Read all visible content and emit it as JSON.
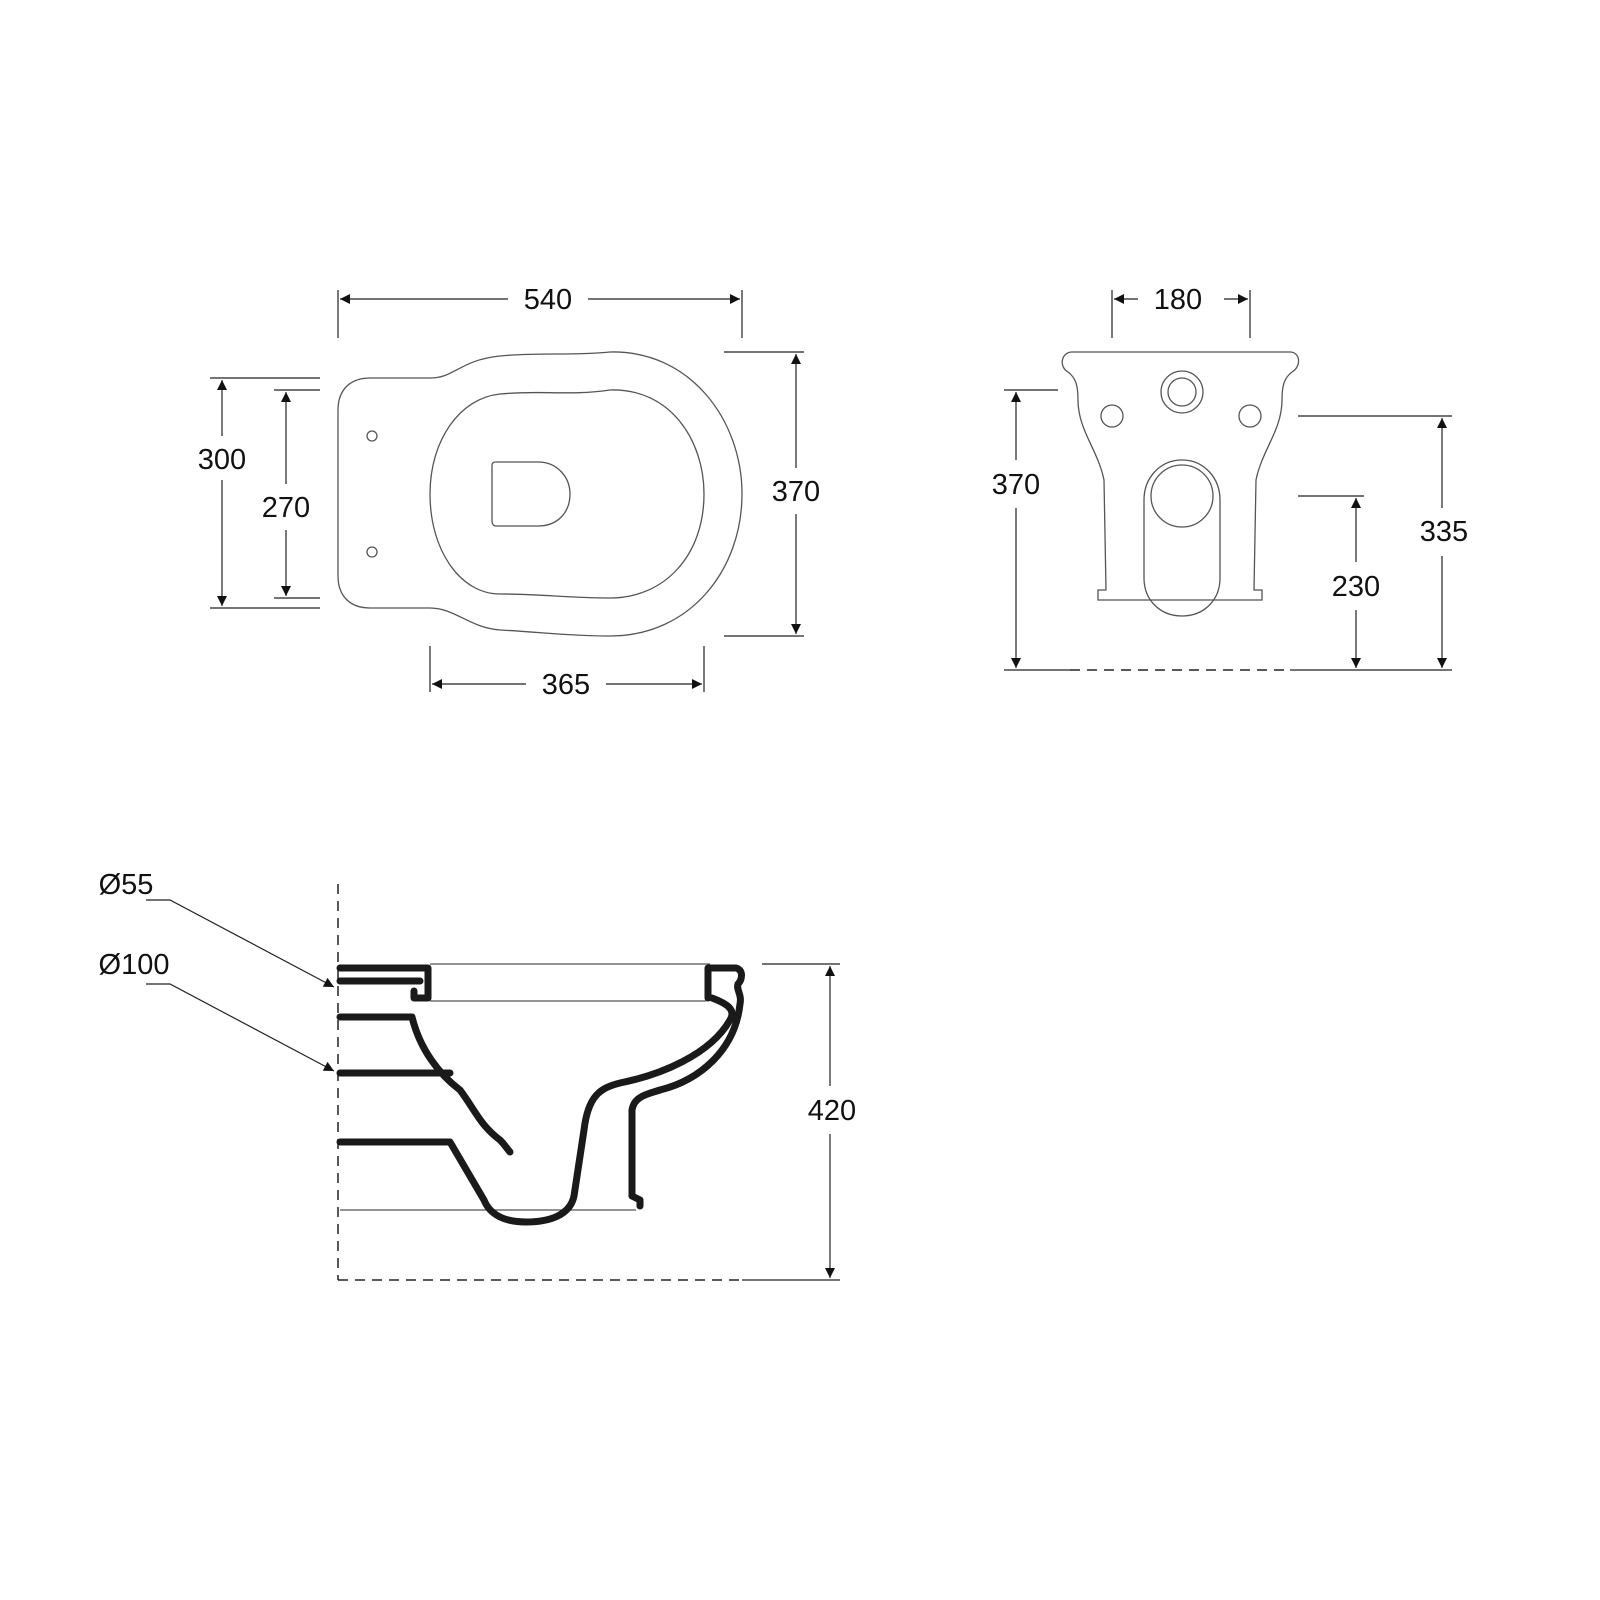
{
  "top_view": {
    "width_total": "540",
    "depth_300": "300",
    "depth_270": "270",
    "depth_370": "370",
    "bowl_width": "365"
  },
  "front_view": {
    "width_180": "180",
    "height_370": "370",
    "height_335": "335",
    "height_230": "230"
  },
  "side_view": {
    "inlet_diameter": "Ø55",
    "outlet_diameter": "Ø100",
    "height_420": "420"
  },
  "colors": {
    "line": "#1a1a1a",
    "background": "#ffffff"
  }
}
